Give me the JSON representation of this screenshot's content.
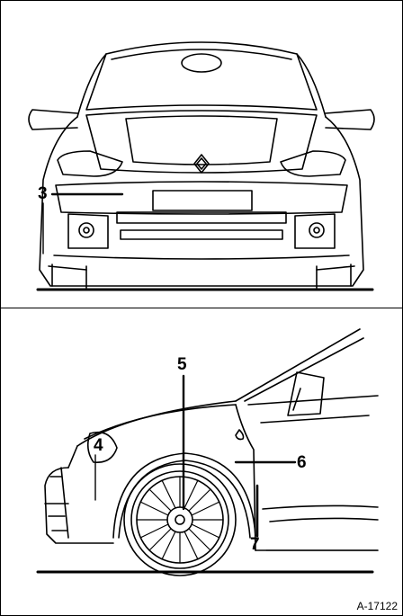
{
  "figure": {
    "reference": "A-17122"
  },
  "callouts": {
    "label_3": "3",
    "label_4": "4",
    "label_5": "5",
    "label_6": "6",
    "label_7": "7"
  },
  "views": {
    "top_icon": "car-front-view-icon",
    "bottom_icon": "car-side-view-icon"
  }
}
